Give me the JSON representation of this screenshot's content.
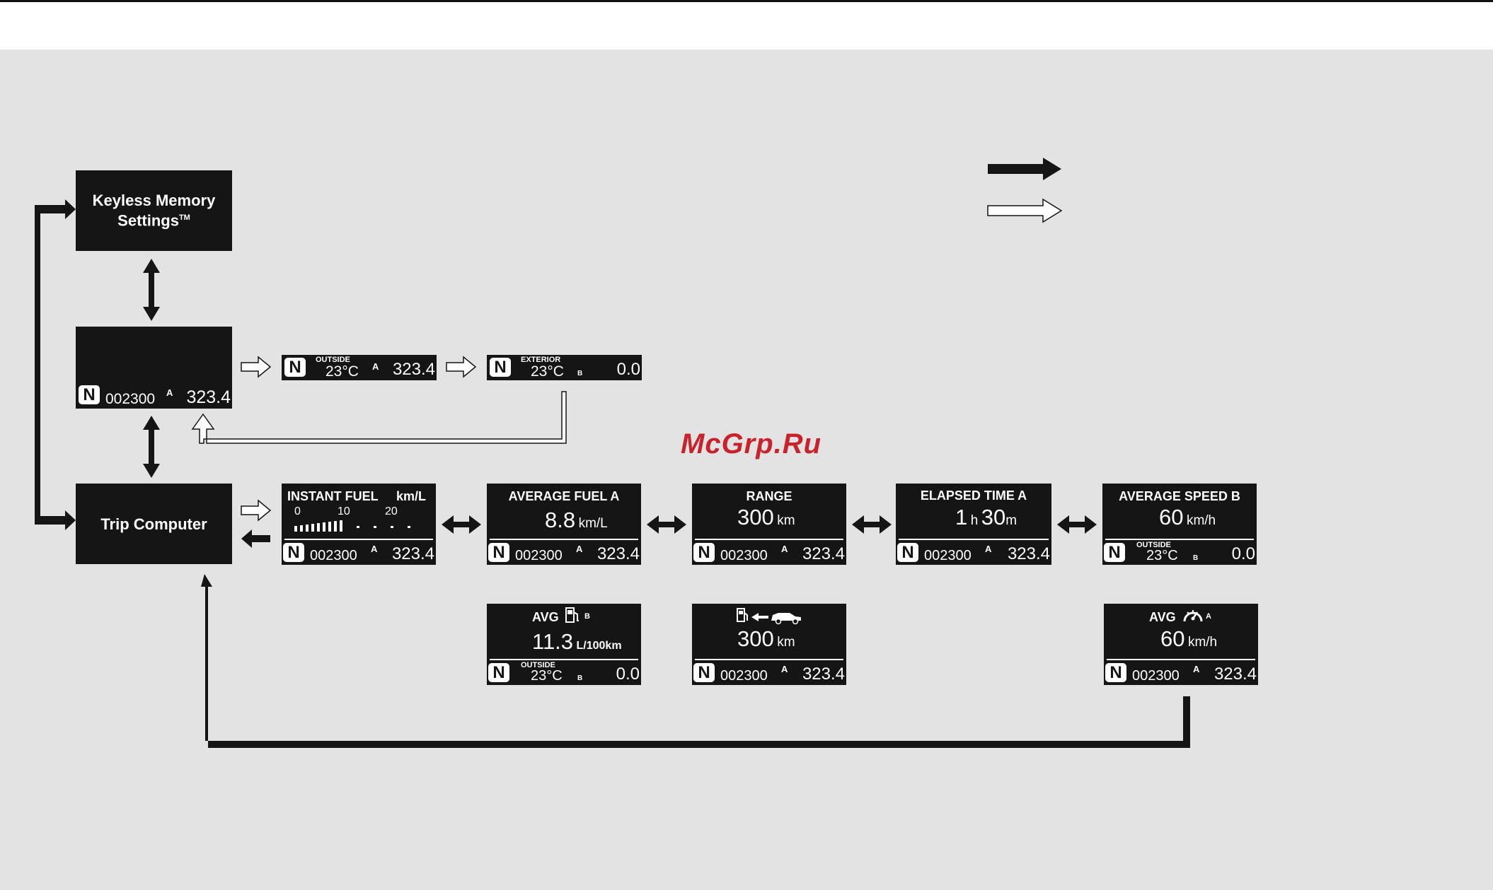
{
  "menu": {
    "keyless": {
      "line1": "Keyless Memory",
      "line2": "Settings",
      "tm": "TM"
    },
    "trip_computer": "Trip Computer"
  },
  "top_display": {
    "gear": "N",
    "odometer": "002300",
    "trip_label": "A",
    "trip": "323.4"
  },
  "outside_display": {
    "gear": "N",
    "caption": "OUTSIDE",
    "temp": "23°C",
    "trip_label": "A",
    "trip": "323.4"
  },
  "exterior_display": {
    "gear": "N",
    "caption": "EXTERIOR",
    "temp": "23°C",
    "trip_label": "B",
    "trip": "0.0"
  },
  "instant_fuel": {
    "title": "INSTANT FUEL",
    "unit": "km/L",
    "scale": [
      "0",
      "10",
      "20"
    ],
    "bar_level": 0.5,
    "gear": "N",
    "odometer": "002300",
    "trip_label": "A",
    "trip": "323.4"
  },
  "average_fuel_a": {
    "title": "AVERAGE FUEL A",
    "value": "8.8",
    "unit": "km/L",
    "gear": "N",
    "odometer": "002300",
    "trip_label": "A",
    "trip": "323.4"
  },
  "range": {
    "title": "RANGE",
    "value": "300",
    "unit": "km",
    "gear": "N",
    "odometer": "002300",
    "trip_label": "A",
    "trip": "323.4"
  },
  "elapsed_time_a": {
    "title": "ELAPSED TIME A",
    "hours": "1",
    "h_unit": "h",
    "minutes": "30",
    "m_unit": "m",
    "gear": "N",
    "odometer": "002300",
    "trip_label": "A",
    "trip": "323.4"
  },
  "average_speed_b": {
    "title": "AVERAGE SPEED B",
    "value": "60",
    "unit": "km/h",
    "gear": "N",
    "caption": "OUTSIDE",
    "temp": "23°C",
    "trip_label": "B",
    "trip": "0.0"
  },
  "avg_fuel_b": {
    "label": "AVG",
    "sub": "B",
    "icon": "fuel-pump-icon",
    "value": "11.3",
    "unit": "L/100km",
    "gear": "N",
    "caption": "OUTSIDE",
    "temp": "23°C",
    "trip_label": "B",
    "trip": "0.0"
  },
  "range_icon_screen": {
    "icon": "fuel-to-car-range-icon",
    "value": "300",
    "unit": "km",
    "gear": "N",
    "odometer": "002300",
    "trip_label": "A",
    "trip": "323.4"
  },
  "avg_speed_a": {
    "label": "AVG",
    "sub": "A",
    "icon": "speedometer-icon",
    "value": "60",
    "unit": "km/h",
    "gear": "N",
    "odometer": "002300",
    "trip_label": "A",
    "trip": "323.4"
  },
  "watermark": "McGrp.Ru",
  "colors": {
    "panel": "#e3e3e3",
    "box": "#151515",
    "watermark": "#c8232c"
  }
}
